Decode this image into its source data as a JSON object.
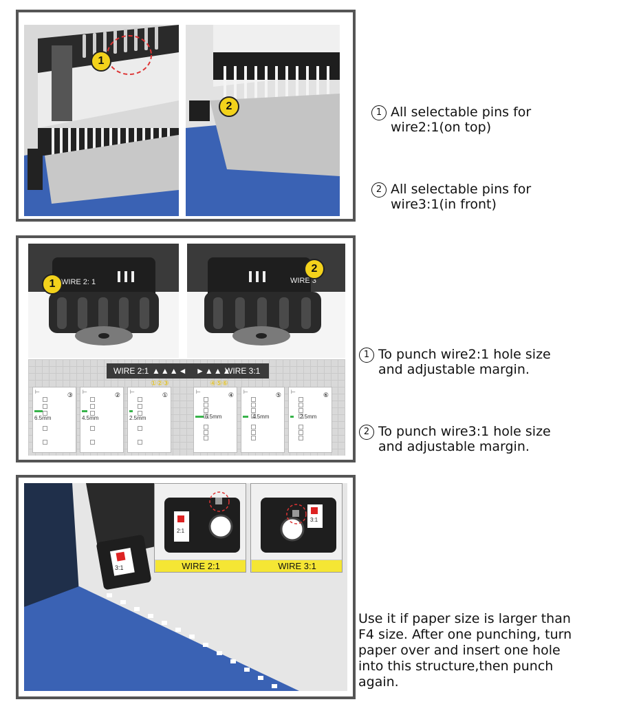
{
  "section1": {
    "photo1_badge": "1",
    "photo2_badge": "2",
    "captions": [
      {
        "num": "1",
        "line1": "All selectable pins for",
        "line2": "wire2:1(on top)"
      },
      {
        "num": "2",
        "line1": "All selectable pins for",
        "line2": "wire3:1(in front)"
      }
    ]
  },
  "section2": {
    "photo1_badge": "1",
    "photo1_dial_text": "WIRE 2:  1",
    "photo2_badge": "2",
    "photo2_dial_text": "WIRE 3",
    "strip": {
      "left": "WIRE 2:1",
      "right": "WIRE 3:1",
      "left_nums": "①②③",
      "right_nums": "④⑤⑥"
    },
    "cards": [
      {
        "num": "③",
        "mm": "6.5mm"
      },
      {
        "num": "②",
        "mm": "4.5mm"
      },
      {
        "num": "①",
        "mm": "2.5mm"
      },
      {
        "num": "④",
        "mm": "6.5mm"
      },
      {
        "num": "⑤",
        "mm": "4.5mm"
      },
      {
        "num": "⑥",
        "mm": "2.5mm"
      }
    ],
    "captions": [
      {
        "num": "1",
        "line1": "To punch wire2:1 hole size",
        "line2": "and adjustable margin."
      },
      {
        "num": "2",
        "line1": "To punch wire3:1 hole size",
        "line2": "and adjustable margin."
      }
    ]
  },
  "section3": {
    "tag_text": "3:1",
    "inset1_tag": "2:1",
    "inset2_tag": "3:1",
    "label_left": "WIRE 2:1",
    "label_right": "WIRE 3:1",
    "caption_lines": [
      "Use it if paper size is larger than",
      "F4 size. After one punching, turn",
      "paper over and insert one hole",
      "into this structure,then punch",
      "again."
    ]
  },
  "colors": {
    "frame": "#555555",
    "badge": "#f3d21b",
    "label_bg": "#f5e634",
    "paper_blue": "#3c63b4",
    "margin_green": "#37b34a"
  }
}
